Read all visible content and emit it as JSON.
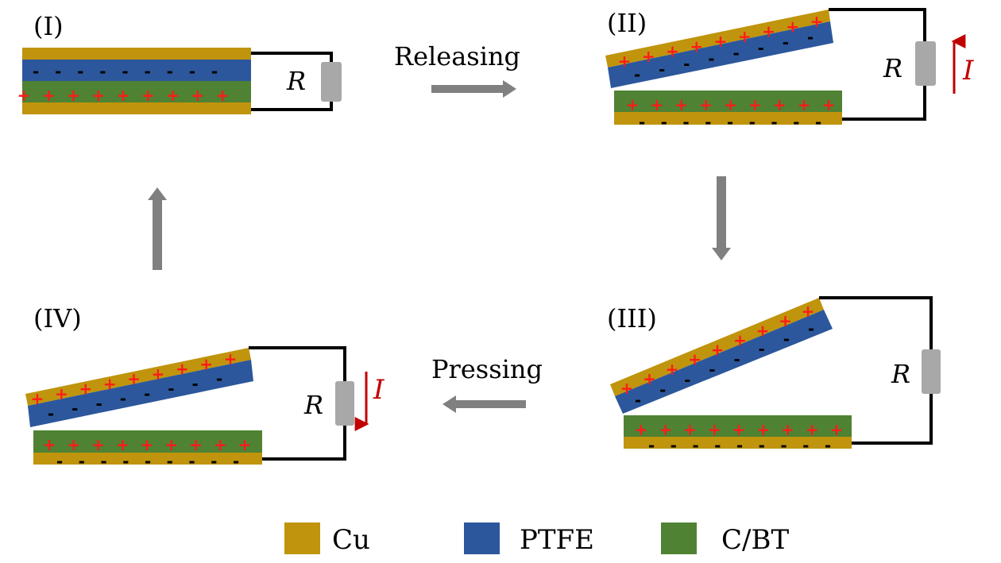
{
  "colors": {
    "cu": "#c0940c",
    "ptfe": "#2c579c",
    "cbt": "#4f8232",
    "resistor": "#a8a8a8",
    "arrow": "#808080",
    "current": "#c00000",
    "positive": "#ff1a1a",
    "wire": "#000000"
  },
  "stages": [
    {
      "id": "I",
      "label": "(I)",
      "resistor_label": "R"
    },
    {
      "id": "II",
      "label": "(II)",
      "resistor_label": "R",
      "current_label": "I",
      "current_direction": "up"
    },
    {
      "id": "III",
      "label": "(III)",
      "resistor_label": "R"
    },
    {
      "id": "IV",
      "label": "(IV)",
      "resistor_label": "R",
      "current_label": "I",
      "current_direction": "down"
    }
  ],
  "transitions": {
    "releasing": "Releasing",
    "pressing": "Pressing"
  },
  "legend": [
    {
      "name": "Cu",
      "color": "#c0940c"
    },
    {
      "name": "PTFE",
      "color": "#2c579c"
    },
    {
      "name": "C/BT",
      "color": "#4f8232"
    }
  ]
}
